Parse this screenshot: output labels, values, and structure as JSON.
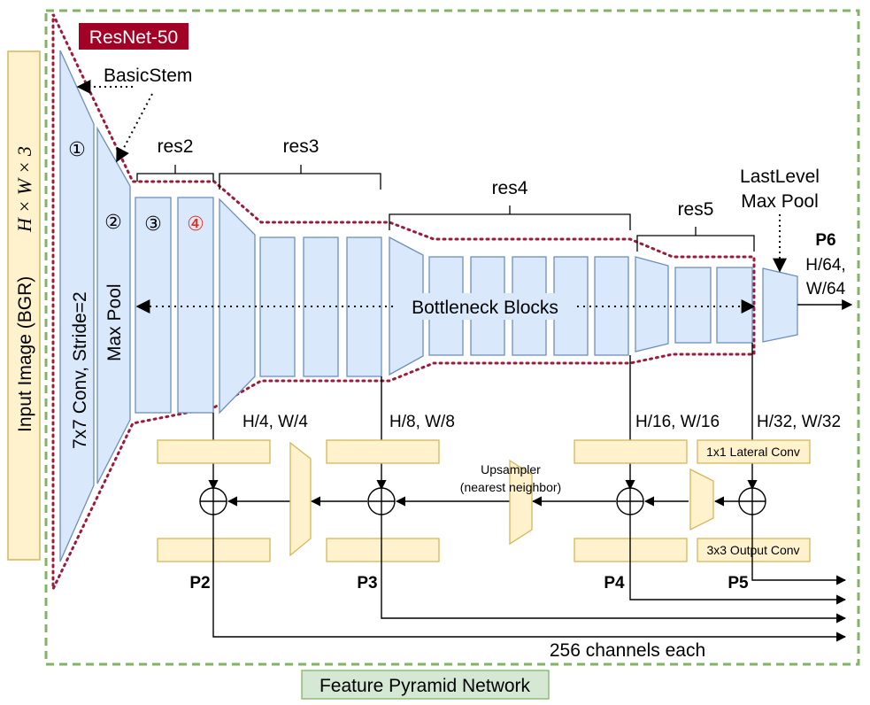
{
  "labels": {
    "input_image": "Input Image (BGR)",
    "input_dims": "H × W × 3",
    "resnet": "ResNet-50",
    "basic_stem": "BasicStem",
    "conv": "7x7 Conv, Stride=2",
    "max_pool": "Max Pool",
    "res2": "res2",
    "res3": "res3",
    "res4": "res4",
    "res5": "res5",
    "last_level_1": "LastLevel",
    "last_level_2": "Max Pool",
    "bottleneck": "Bottleneck Blocks",
    "p6": "P6",
    "p6_h": "H/64,",
    "p6_w": "W/64",
    "res2_size": "H/4, W/4",
    "res3_size": "H/8, W/8",
    "res4_size": "H/16, W/16",
    "res5_size": "H/32, W/32",
    "lateral": "1x1 Lateral Conv",
    "output": "3x3 Output Conv",
    "upsampler_1": "Upsampler",
    "upsampler_2": "(nearest neighbor)",
    "p2": "P2",
    "p3": "P3",
    "p4": "P4",
    "p5": "P5",
    "channels": "256 channels each",
    "fpn": "Feature Pyramid Network",
    "step1": "①",
    "step2": "②",
    "step3": "③",
    "step4": "④"
  },
  "colors": {
    "block_fill": "#dae8fc",
    "block_stroke": "#6c8ebf",
    "fpn_fill": "#fff2cc",
    "fpn_stroke": "#d6b656",
    "resnet_badge": "#a20025",
    "fpn_border": "#82b366",
    "fpn_label_fill": "#d5e8d4",
    "resnet_outline": "#9b1b3a",
    "highlight_step": "#e0301e"
  }
}
